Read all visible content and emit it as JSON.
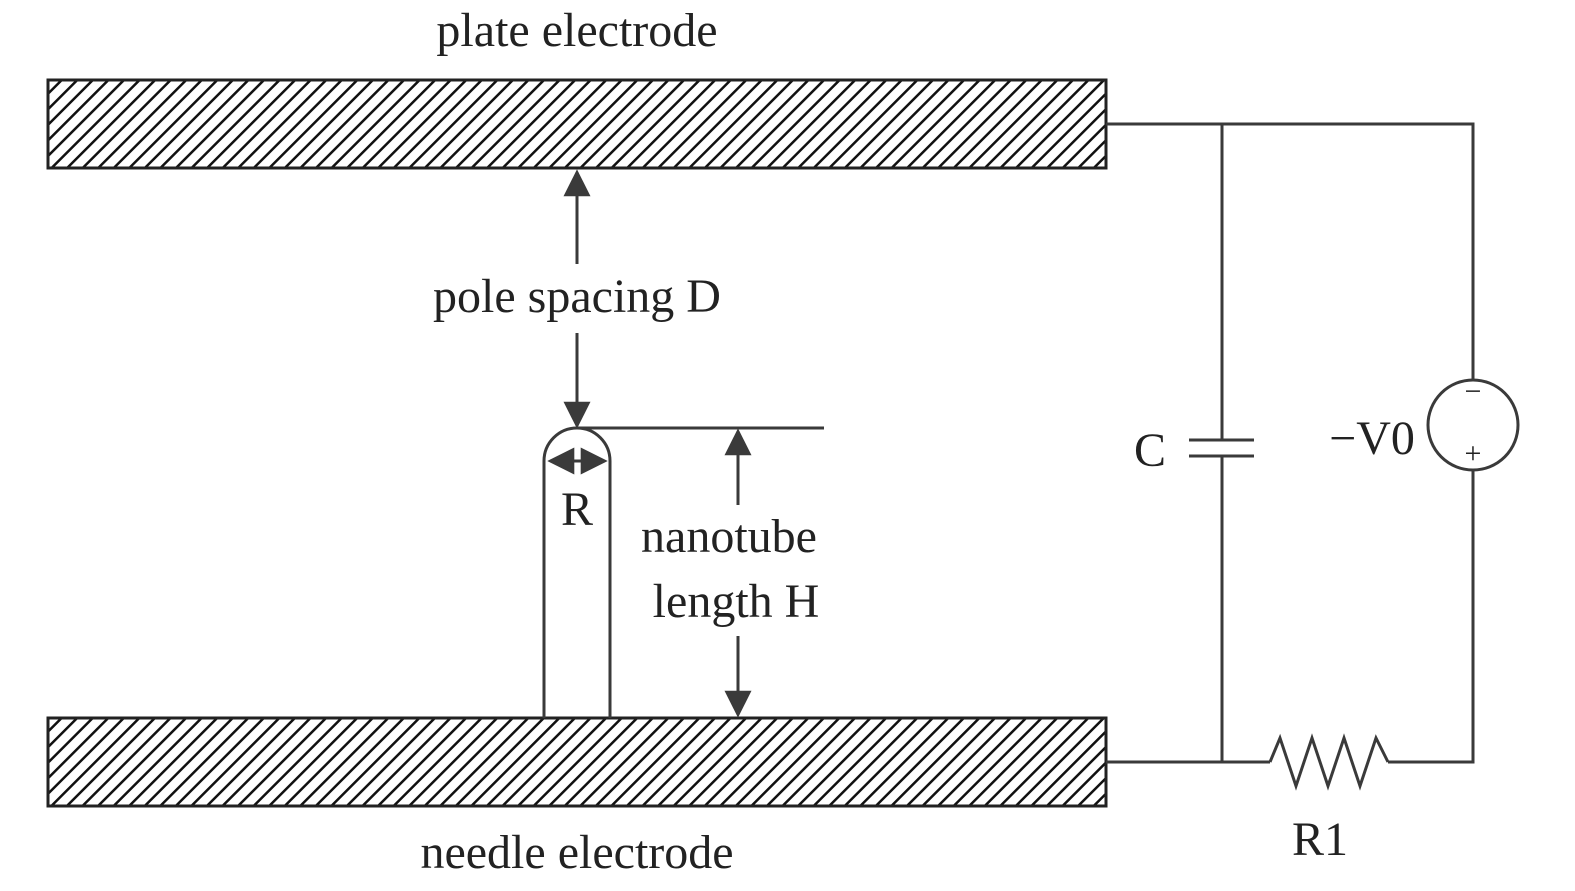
{
  "labels": {
    "plate_electrode": "plate electrode",
    "needle_electrode": "needle electrode",
    "pole_spacing": "pole spacing D",
    "radius": "R",
    "nanotube_line1": "nanotube",
    "nanotube_line2": "length H",
    "capacitor": "C",
    "source": "−V0",
    "resistor": "R1",
    "source_minus": "−",
    "source_plus": "+"
  },
  "colors": {
    "line": "#3a3a3a",
    "text": "#222222",
    "hatch": "#111111",
    "background": "#ffffff"
  }
}
